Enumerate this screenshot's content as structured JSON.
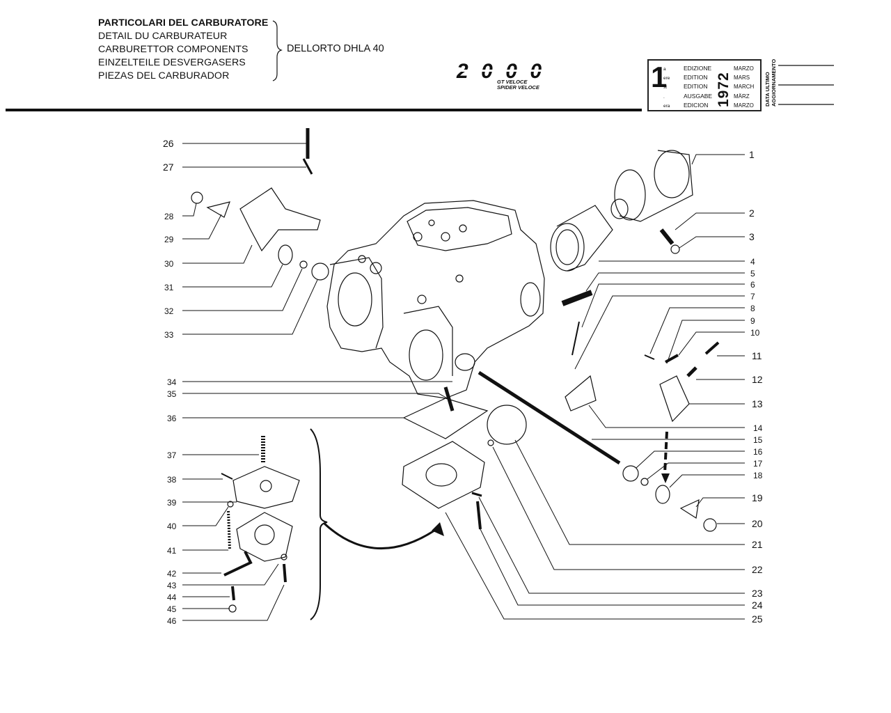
{
  "header": {
    "titles": [
      "PARTICOLARI DEL CARBURATORE",
      "DETAIL DU CARBURATEUR",
      "CARBURETTOR COMPONENTS",
      "EINZELTEILE DESVERGASERS",
      "PIEZAS DEL CARBURADOR"
    ],
    "model": "DELLORTO DHLA 40",
    "logo": "2000",
    "logo_sub": [
      "GT VELOCE",
      "SPIDER VELOCE"
    ]
  },
  "edition": {
    "number": "1",
    "superscripts": [
      "a",
      "ere",
      "st",
      ".",
      "era"
    ],
    "names": [
      "EDIZIONE",
      "EDITION",
      "EDITION",
      "AUSGABE",
      "EDICION"
    ],
    "year": "1972",
    "months": [
      "MARZO",
      "MARS",
      "MARCH",
      "MÄRZ",
      "MARZO"
    ],
    "update_label": [
      "DATA ULTIMO",
      "AGGIORNAMENTO"
    ]
  },
  "callouts_left": [
    "26",
    "27",
    "28",
    "29",
    "30",
    "31",
    "32",
    "33",
    "34",
    "35",
    "36",
    "37",
    "38",
    "39",
    "40",
    "41",
    "42",
    "43",
    "44",
    "45",
    "46"
  ],
  "callouts_right": [
    "1",
    "2",
    "3",
    "4",
    "5",
    "6",
    "7",
    "8",
    "9",
    "10",
    "11",
    "12",
    "13",
    "14",
    "15",
    "16",
    "17",
    "18",
    "19",
    "20",
    "21",
    "22",
    "23",
    "24",
    "25"
  ]
}
